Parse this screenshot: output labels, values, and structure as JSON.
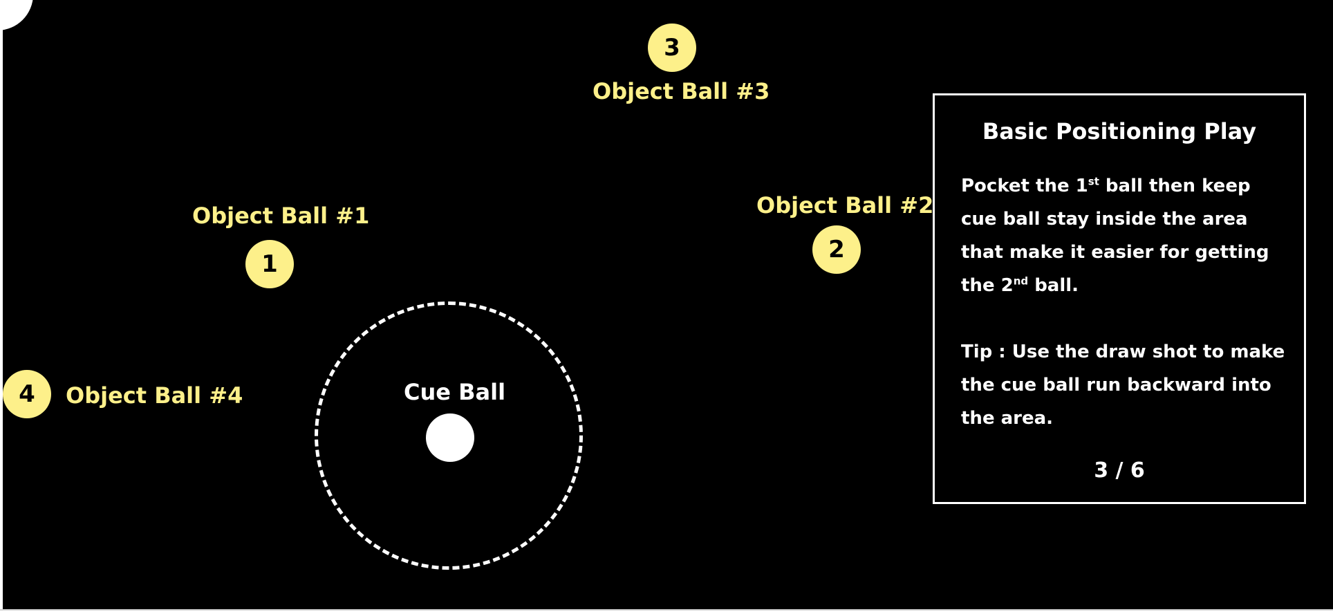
{
  "balls": {
    "ball1": {
      "number": "1",
      "label": "Object Ball #1"
    },
    "ball2": {
      "number": "2",
      "label": "Object Ball #2"
    },
    "ball3": {
      "number": "3",
      "label": "Object Ball #3"
    },
    "ball4": {
      "number": "4",
      "label": "Object Ball #4"
    }
  },
  "cue": {
    "label": "Cue Ball"
  },
  "panel": {
    "title": "Basic Positioning Play",
    "body_part1": "Pocket the 1",
    "body_sup1": "st",
    "body_part2": " ball then keep cue ball stay inside the area that make it easier for getting the 2",
    "body_sup2": "nd",
    "body_part3": " ball.",
    "tip": "Tip : Use the draw shot to make the cue ball run backward into the area.",
    "page_indicator": "3 / 6"
  },
  "colors": {
    "table": "#000000",
    "object_ball": "#fdf08a",
    "cue_ball": "#ffffff",
    "text": "#ffffff"
  }
}
